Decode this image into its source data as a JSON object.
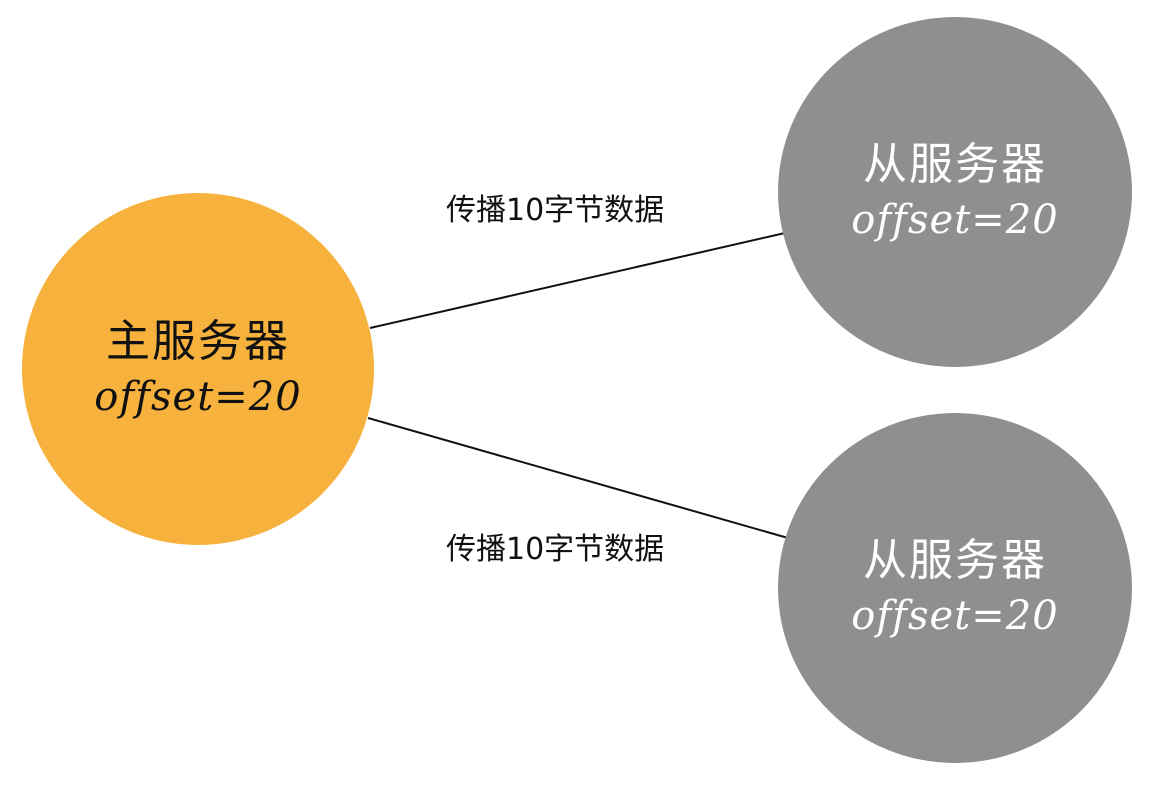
{
  "diagram": {
    "master": {
      "title": "主服务器",
      "offset": "offset=20",
      "color": "#F6B23C"
    },
    "slaves": [
      {
        "title": "从服务器",
        "offset": "offset=20",
        "color": "#8F8F8F"
      },
      {
        "title": "从服务器",
        "offset": "offset=20",
        "color": "#8F8F8F"
      }
    ],
    "edges": [
      {
        "from": "master",
        "to": "slave-1",
        "label": "传播10字节数据"
      },
      {
        "from": "master",
        "to": "slave-2",
        "label": "传播10字节数据"
      }
    ],
    "edge_color": "#111111"
  }
}
